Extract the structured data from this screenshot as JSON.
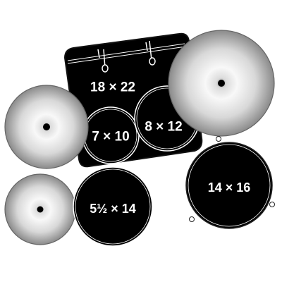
{
  "kit": {
    "bass_drum": {
      "size_label": "18 × 22"
    },
    "tom_small": {
      "size_label": "7 × 10"
    },
    "tom_large": {
      "size_label": "8 × 12"
    },
    "snare": {
      "size_label": "5½ × 14"
    },
    "floor_tom": {
      "size_label": "14 × 16"
    }
  },
  "colors": {
    "drum_fill": "#000000",
    "drum_outline": "#111111",
    "cymbal_edge": "#7a7a7a",
    "cymbal_light": "#f7f7f7",
    "label_text": "#ffffff",
    "background": "#ffffff"
  }
}
